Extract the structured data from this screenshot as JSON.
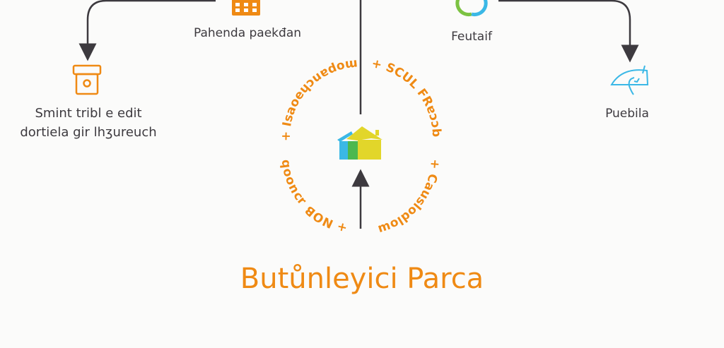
{
  "nodes": {
    "top_left": {
      "label": "Pahenda paekđan",
      "icon": "calendar-icon"
    },
    "left": {
      "label_line1": "Smint tribl e edit",
      "label_line2": "dortiela gir lhʒureuch",
      "icon": "jar-icon"
    },
    "top_right": {
      "label": "Feutaif",
      "icon": "ring-icon"
    },
    "right": {
      "label": "Puebila",
      "icon": "umbrella-icon"
    },
    "center": {
      "icon": "house-icon"
    }
  },
  "circle_text": {
    "top_left": "+ Isaoeɥɔuɐdoɯ",
    "top_right": "+ SCUL FRɐɔɔb",
    "bottom_right": "+ Causlodloɯ",
    "bottom_left": "+ NOB ɹɔuoob"
  },
  "title": "Butůnleyici Parca",
  "colors": {
    "accent": "#ef8a14",
    "line": "#3d3a3f",
    "blue": "#3bb8e6",
    "green": "#7cc242",
    "yellow": "#e2d62a"
  }
}
